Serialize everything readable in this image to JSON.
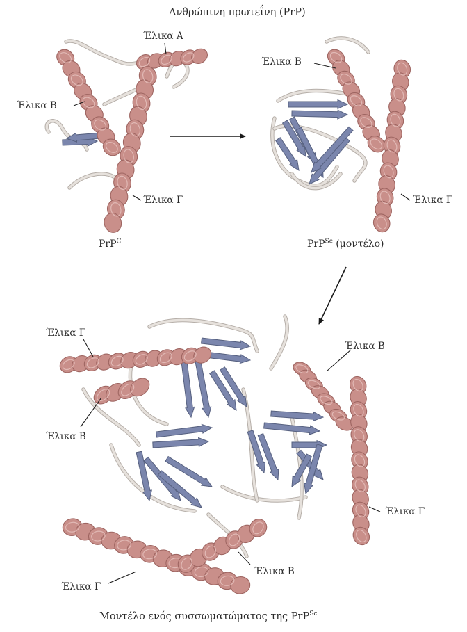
{
  "title": "Ανθρώπινη πρωτεΐνη (PrP)",
  "labels": {
    "prpc_alpha_a": "Έλικα Α",
    "prpc_helix_b": "Έλικα Β",
    "prpc_helix_g": "Έλικα Γ",
    "prpsc_helix_b": "Έλικα Β",
    "prpsc_helix_g": "Έλικα Γ",
    "agg_helix_g_top": "Έλικα Γ",
    "agg_helix_b_left": "Έλικα Β",
    "agg_helix_b_right": "Έλικα Β",
    "agg_helix_g_right": "Έλικα Γ",
    "agg_helix_g_bottom": "Έλικα Γ",
    "agg_helix_b_bottom": "Έλικα Β"
  },
  "captions": {
    "prpc_base": "PrP",
    "prpc_sup": "C",
    "prpsc_base": "PrP",
    "prpsc_sup": "Sc",
    "prpsc_rest": " (μοντέλο)",
    "aggregate_base": "Μοντέλο ενός συσσωματώματος της PrP",
    "aggregate_sup": "Sc"
  },
  "colors": {
    "helix": "#c98f8a",
    "helix_dark": "#9e6561",
    "strand": "#7b86ad",
    "strand_dark": "#56607f",
    "coil": "#e6e1dc",
    "coil_edge": "#b5aea8",
    "arrow": "#1a1a1a"
  }
}
